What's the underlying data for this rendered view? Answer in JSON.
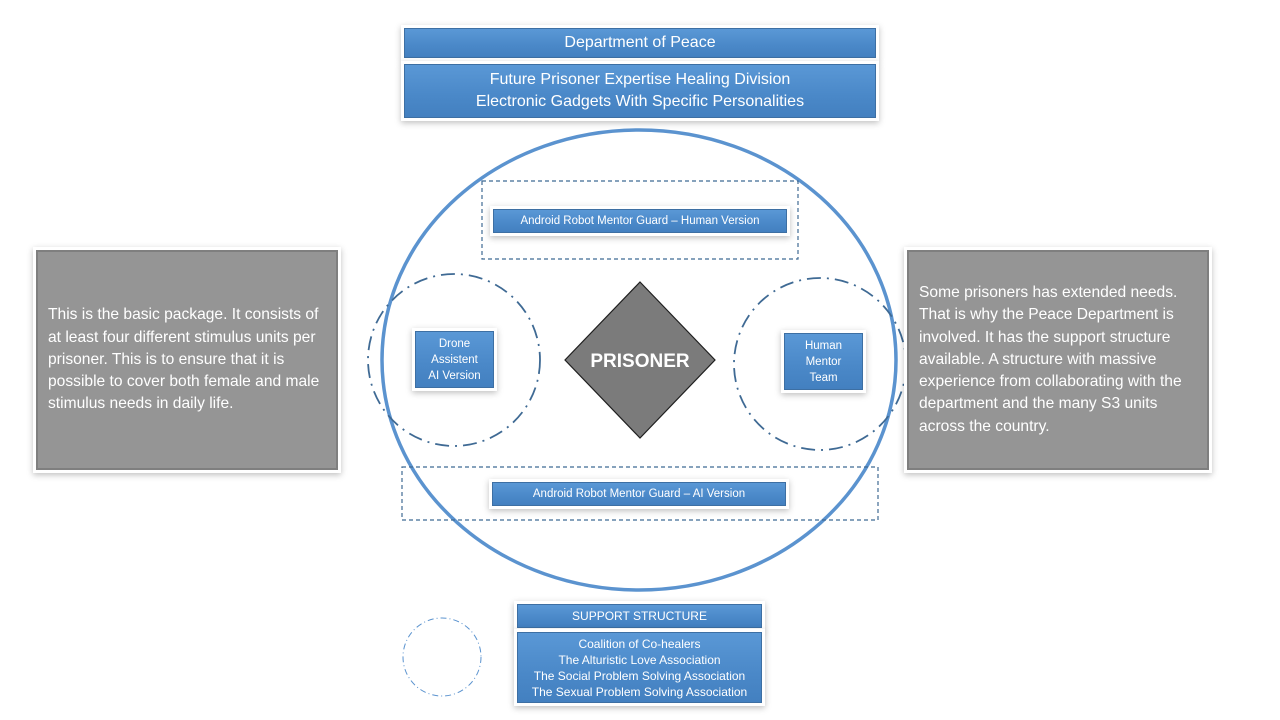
{
  "header": {
    "department": "Department of Peace",
    "division_line1": "Future Prisoner Expertise Healing Division",
    "division_line2": "Electronic Gadgets With Specific Personalities"
  },
  "center": {
    "label": "PRISONER"
  },
  "nodes": {
    "top": "Android Robot Mentor Guard – Human Version",
    "bottom": "Android Robot Mentor Guard – AI Version",
    "left": [
      "Drone",
      "Assistent",
      "AI Version"
    ],
    "right": [
      "Human",
      "Mentor",
      "Team"
    ]
  },
  "notes": {
    "left": "This is the basic package. It consists of at least four different stimulus units per prisoner. This is to ensure that it is possible to cover both female and male stimulus needs in daily life.",
    "right": "Some prisoners has extended needs. That is why the Peace Department is involved. It has the support structure available. A structure with massive experience from collaborating with the department and the many S3 units across the country."
  },
  "support": {
    "title": "SUPPORT STRUCTURE",
    "items": [
      "Coalition of Co-healers",
      "The Alturistic Love Association",
      "The Social Problem Solving Association",
      "The Sexual Problem Solving Association"
    ]
  },
  "colors": {
    "blue_box": "#4a88c8",
    "ring": "#5b93cf",
    "dash": "#3f6a94",
    "gray_box": "#959595",
    "diamond": "#7b7b7b"
  }
}
